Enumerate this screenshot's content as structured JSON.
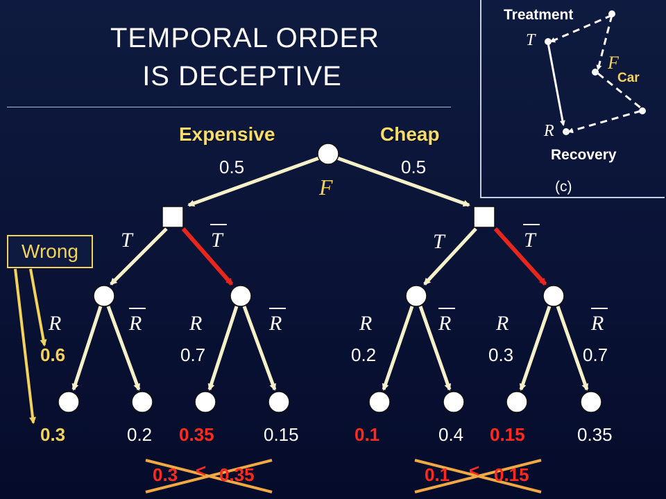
{
  "title": {
    "line1": "TEMPORAL  ORDER",
    "line2": "IS  DECEPTIVE"
  },
  "root": {
    "variable": "F",
    "left_branch": {
      "label": "Expensive",
      "prob": "0.5"
    },
    "right_branch": {
      "label": "Cheap",
      "prob": "0.5"
    }
  },
  "decision_labels": {
    "t": "T",
    "t_bar": "T"
  },
  "recovery_labels": {
    "r": "R",
    "r_bar": "R"
  },
  "conditional_probs": {
    "p1": "0.6",
    "p2": "0.7",
    "p3": "0.2",
    "p4": "0.3",
    "p5": "0.7"
  },
  "leaf_probs": [
    "0.3",
    "0.2",
    "0.35",
    "0.15",
    "0.1",
    "0.4",
    "0.15",
    "0.35"
  ],
  "comparisons": {
    "left": {
      "a": "0.3",
      "op": "<",
      "b": "0.35"
    },
    "right": {
      "a": "0.1",
      "op": "<",
      "b": "0.15"
    }
  },
  "wrong_label": "Wrong",
  "inset": {
    "treatment": "Treatment",
    "t": "T",
    "f": "F",
    "car": "Car",
    "r": "R",
    "recovery": "Recovery",
    "caption": "(c)"
  },
  "colors": {
    "edge": "#f6f1c8",
    "highlight_edge": "#e8261c",
    "accent_yellow": "#f4d35a",
    "red_text": "#ff2a1e",
    "cross": "#f0a944",
    "wrong_arrow": "#f4d35a"
  }
}
